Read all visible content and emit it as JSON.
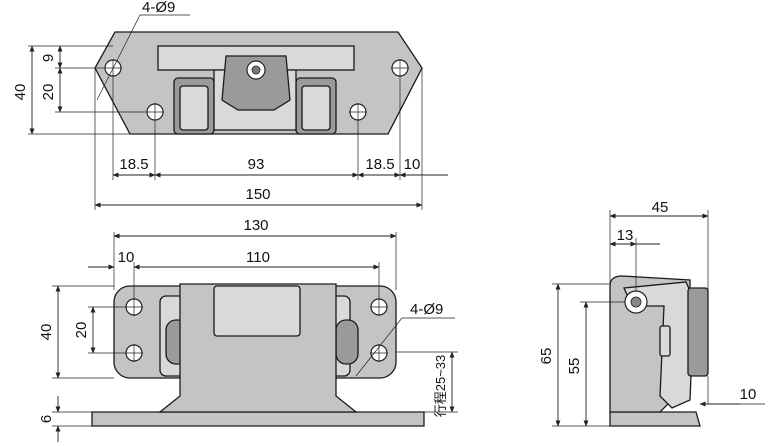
{
  "top_view": {
    "hole_callout": "4-Ø9",
    "dim_9": "9",
    "dim_40": "40",
    "dim_20": "20",
    "dim_18_5_left": "18.5",
    "dim_93": "93",
    "dim_18_5_right": "18.5",
    "dim_10": "10",
    "dim_150": "150"
  },
  "front_view": {
    "dim_130": "130",
    "dim_10": "10",
    "dim_110": "110",
    "dim_40": "40",
    "dim_20": "20",
    "hole_callout": "4-Ø9",
    "dim_6": "6",
    "stroke_label": "行程25~33"
  },
  "side_view": {
    "dim_45": "45",
    "dim_13": "13",
    "dim_65": "65",
    "dim_55": "55",
    "dim_10": "10"
  }
}
